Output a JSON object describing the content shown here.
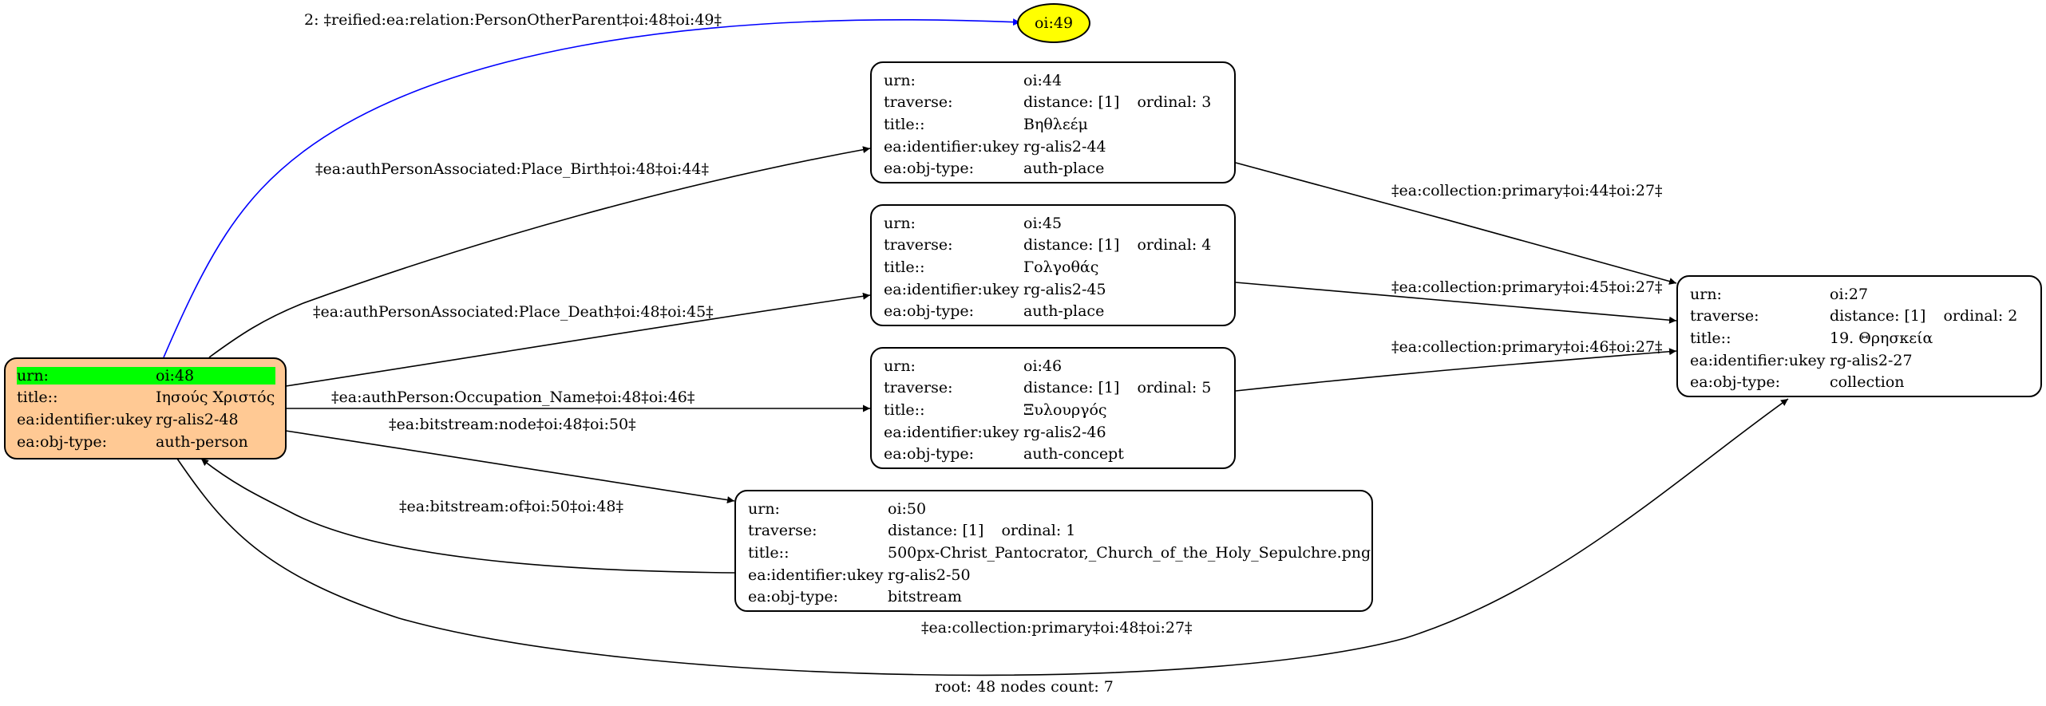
{
  "nodes": {
    "n48": {
      "rows": [
        {
          "key": "urn:",
          "value": "oi:48"
        },
        {
          "key": "title::",
          "value": "Ιησούς Χριστός"
        },
        {
          "key": "ea:identifier:ukey",
          "value": "rg-alis2-48"
        },
        {
          "key": "ea:obj-type:",
          "value": "auth-person"
        }
      ]
    },
    "n44": {
      "rows": [
        {
          "key": "urn:",
          "value": "oi:44"
        },
        {
          "key": "traverse:",
          "value": "distance: [1]",
          "extra": "ordinal: 3"
        },
        {
          "key": "title::",
          "value": "Βηθλεέμ"
        },
        {
          "key": "ea:identifier:ukey",
          "value": "rg-alis2-44"
        },
        {
          "key": "ea:obj-type:",
          "value": "auth-place"
        }
      ]
    },
    "n45": {
      "rows": [
        {
          "key": "urn:",
          "value": "oi:45"
        },
        {
          "key": "traverse:",
          "value": "distance: [1]",
          "extra": "ordinal: 4"
        },
        {
          "key": "title::",
          "value": "Γολγοθάς"
        },
        {
          "key": "ea:identifier:ukey",
          "value": "rg-alis2-45"
        },
        {
          "key": "ea:obj-type:",
          "value": "auth-place"
        }
      ]
    },
    "n46": {
      "rows": [
        {
          "key": "urn:",
          "value": "oi:46"
        },
        {
          "key": "traverse:",
          "value": "distance: [1]",
          "extra": "ordinal: 5"
        },
        {
          "key": "title::",
          "value": "Ξυλουργός"
        },
        {
          "key": "ea:identifier:ukey",
          "value": "rg-alis2-46"
        },
        {
          "key": "ea:obj-type:",
          "value": "auth-concept"
        }
      ]
    },
    "n50": {
      "rows": [
        {
          "key": "urn:",
          "value": "oi:50"
        },
        {
          "key": "traverse:",
          "value": "distance: [1]",
          "extra": "ordinal: 1"
        },
        {
          "key": "title::",
          "value": "500px-Christ_Pantocrator,_Church_of_the_Holy_Sepulchre.png"
        },
        {
          "key": "ea:identifier:ukey",
          "value": "rg-alis2-50"
        },
        {
          "key": "ea:obj-type:",
          "value": "bitstream"
        }
      ]
    },
    "n27": {
      "rows": [
        {
          "key": "urn:",
          "value": "oi:27"
        },
        {
          "key": "traverse:",
          "value": "distance: [1]",
          "extra": "ordinal: 2"
        },
        {
          "key": "title::",
          "value": "19. Θρησκεία"
        },
        {
          "key": "ea:identifier:ukey",
          "value": "rg-alis2-27"
        },
        {
          "key": "ea:obj-type:",
          "value": "collection"
        }
      ]
    },
    "n49": {
      "label": "oi:49"
    }
  },
  "edges": {
    "e48_49": "2: ‡reified:ea:relation:PersonOtherParent‡oi:48‡oi:49‡",
    "e48_44": "‡ea:authPersonAssociated:Place_Birth‡oi:48‡oi:44‡",
    "e48_45": "‡ea:authPersonAssociated:Place_Death‡oi:48‡oi:45‡",
    "e48_46": "‡ea:authPerson:Occupation_Name‡oi:48‡oi:46‡",
    "e48_50": "‡ea:bitstream:node‡oi:48‡oi:50‡",
    "e50_48": "‡ea:bitstream:of‡oi:50‡oi:48‡",
    "e44_27": "‡ea:collection:primary‡oi:44‡oi:27‡",
    "e45_27": "‡ea:collection:primary‡oi:45‡oi:27‡",
    "e46_27": "‡ea:collection:primary‡oi:46‡oi:27‡",
    "e48_27": "‡ea:collection:primary‡oi:48‡oi:27‡"
  },
  "colors": {
    "root_fill": "#ffc994",
    "urn_highlight": "#00ff00",
    "ellipse_fill": "#ffff00",
    "reified_edge": "#0000ff",
    "edge": "#000000"
  },
  "footer": "root: 48 nodes count: 7"
}
